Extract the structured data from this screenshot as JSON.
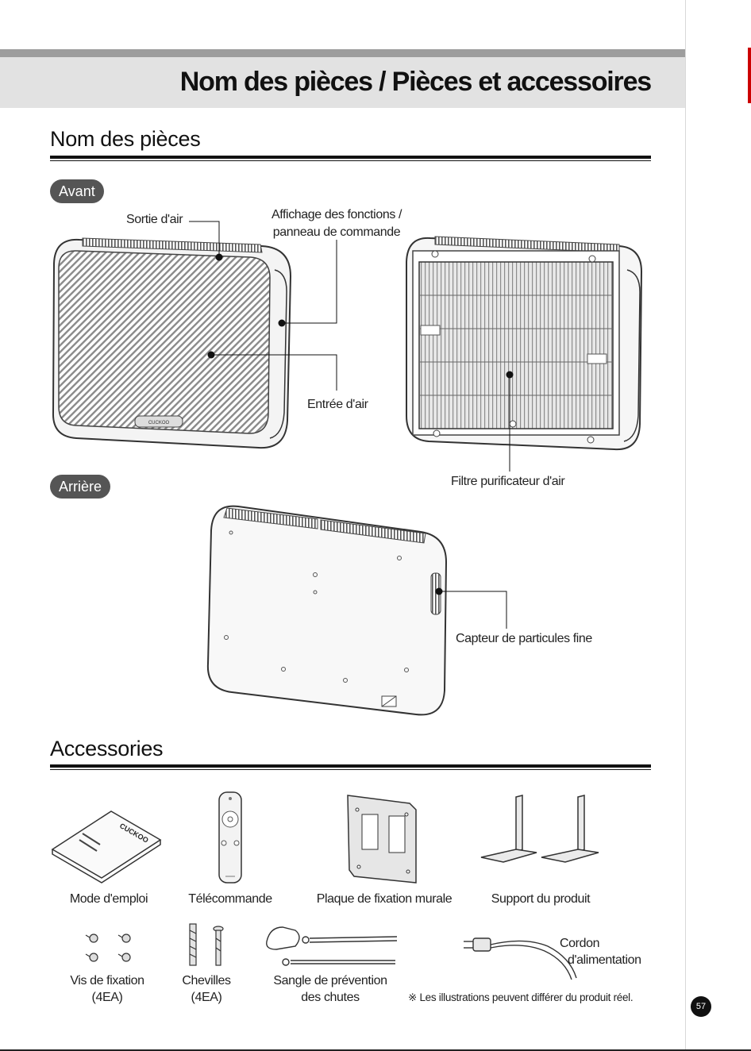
{
  "header": {
    "title": "Nom des pièces / Pièces et accessoires"
  },
  "parts_section": {
    "title": "Nom des pièces",
    "front": {
      "tab": "Avant",
      "labels": {
        "air_outlet": "Sortie d'air",
        "display_line1": "Affichage des fonctions /",
        "display_line2": "panneau de commande",
        "air_inlet": "Entrée d'air",
        "filter": "Filtre purificateur d'air"
      },
      "brand_on_device": "CUCKOO"
    },
    "back": {
      "tab": "Arrière",
      "labels": {
        "dust_sensor": "Capteur de particules fine"
      }
    }
  },
  "accessories_section": {
    "title": "Accessories",
    "items": [
      {
        "label": "Mode d'emploi",
        "icon": "manual-icon"
      },
      {
        "label": "Télécommande",
        "icon": "remote-control-icon"
      },
      {
        "label": "Plaque de fixation murale",
        "icon": "wall-plate-icon"
      },
      {
        "label": "Support du produit",
        "icon": "stand-icon"
      }
    ],
    "items_row2": [
      {
        "label_line1": "Vis de fixation",
        "label_line2": "(4EA)",
        "icon": "screws-icon"
      },
      {
        "label_line1": "Chevilles",
        "label_line2": "(4EA)",
        "icon": "anchors-icon"
      },
      {
        "label_line1": "Sangle de prévention",
        "label_line2": "des chutes",
        "icon": "safety-strap-icon"
      },
      {
        "label_line1": "Cordon",
        "label_line2": "d'alimentation",
        "icon": "power-cord-icon"
      }
    ],
    "manual_cover_brand": "CUCKOO",
    "footnote": "※ Les illustrations peuvent différer du produit réel."
  },
  "page_number": "57"
}
